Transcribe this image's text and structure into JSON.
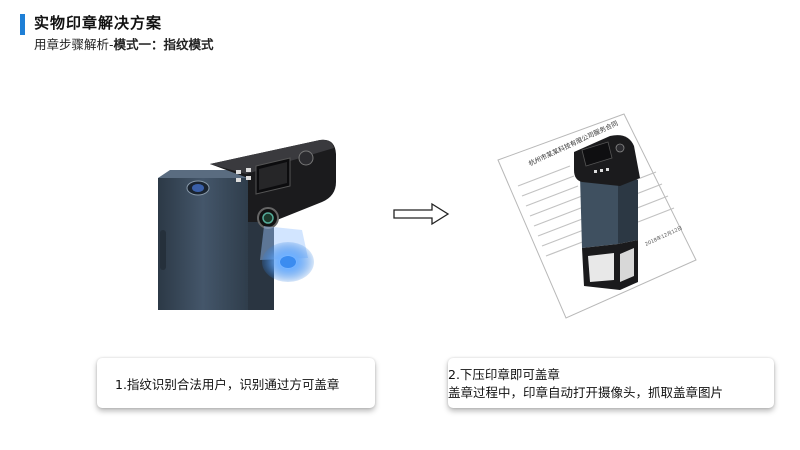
{
  "header": {
    "title": "实物印章解决方案",
    "subtitle_prefix": "用章步骤解析-",
    "subtitle_bold": "模式一：指纹模式"
  },
  "document": {
    "heading": "杭州市某某科技有限公司服务合同",
    "date": "2018年12月12日"
  },
  "steps": [
    {
      "text": "1.指纹识别合法用户，识别通过方可盖章"
    },
    {
      "line1": "2.下压印章即可盖章",
      "line2": "盖章过程中，印章自动打开摄像头，抓取盖章图片"
    }
  ],
  "colors": {
    "accent": "#1e7fd6",
    "device_body": "#3b4a58",
    "device_top": "#1b1b1d",
    "scan_light": "#3b8cf0"
  },
  "icons": [
    "fingerprint-sensor-icon",
    "camera-icon",
    "right-arrow-icon"
  ]
}
